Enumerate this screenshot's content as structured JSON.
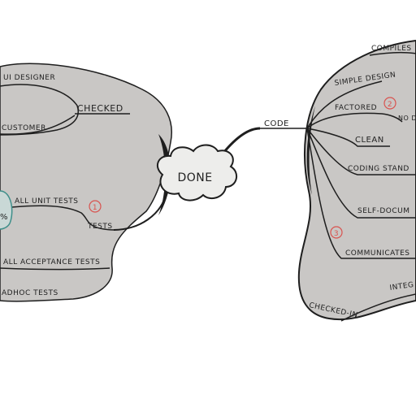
{
  "colors": {
    "paper": "#ffffff",
    "region": "#c9c7c5",
    "ink": "#1e1e1e",
    "annotation": "#d9534f"
  },
  "center": {
    "label": "DONE"
  },
  "left_branch": {
    "checked_label": "CHECKED",
    "ui_designer": "UI DESIGNER",
    "customer": "CUSTOMER",
    "all_unit_tests": "ALL UNIT TESTS",
    "circled_one": "1",
    "tests": "TESTS",
    "percent_fragment": "%",
    "all_acceptance_tests": "ALL ACCEPTANCE TESTS",
    "adhoc_tests": "ADHOC TESTS"
  },
  "right_branch": {
    "code_label": "CODE",
    "compiles": "COMPILES",
    "simple_design": "SIMPLE DESIGN",
    "factored": "FACTORED",
    "circled_two": "2",
    "no_dup_fragment": "NO D",
    "clean": "CLEAN",
    "coding_standards": "CODING STAND",
    "self_documenting": "SELF-DOCUM",
    "circled_three": "3",
    "communicates": "COMMUNICATES",
    "integrated_fragment": "INTEG",
    "checked_in": "CHECKED-IN"
  }
}
